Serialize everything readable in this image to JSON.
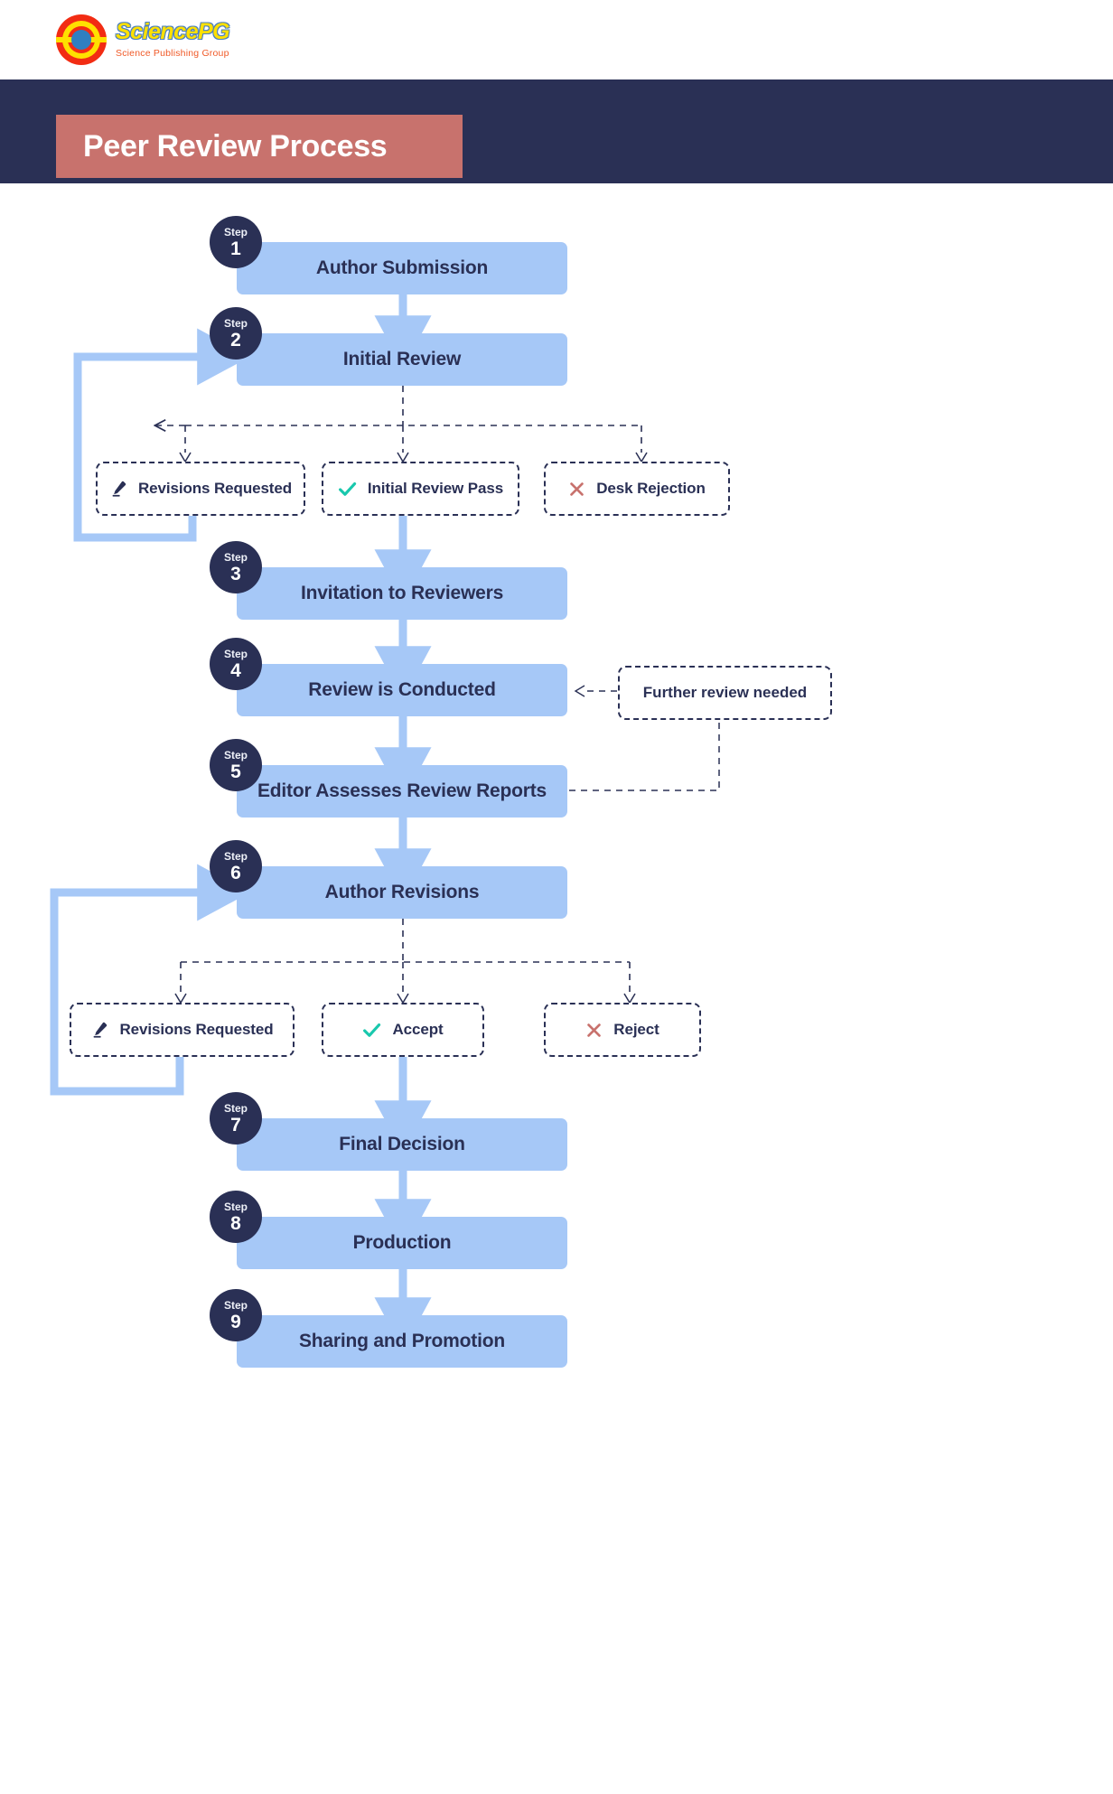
{
  "brand": {
    "logo_icon": "sciencepg-circle-logo",
    "name": "SciencePG",
    "tagline": "Science Publishing Group"
  },
  "header": {
    "title": "Peer Review Process",
    "band_color": "#2a3055",
    "banner_color": "#c8726d"
  },
  "colors": {
    "step_box": "#a6c8f7",
    "step_circle": "#2a3055",
    "arrow": "#a6c8f7",
    "dashed_line": "#2a3055",
    "accept_icon": "#19c8ad",
    "reject_icon": "#c8726d",
    "text": "#2a3055"
  },
  "flow": {
    "step_word": "Step",
    "steps": [
      {
        "number": "1",
        "label": "Author Submission"
      },
      {
        "number": "2",
        "label": "Initial Review"
      },
      {
        "number": "3",
        "label": "Invitation to Reviewers"
      },
      {
        "number": "4",
        "label": "Review is Conducted"
      },
      {
        "number": "5",
        "label": "Editor Assesses Review Reports"
      },
      {
        "number": "6",
        "label": "Author Revisions"
      },
      {
        "number": "7",
        "label": "Final Decision"
      },
      {
        "number": "8",
        "label": "Production"
      },
      {
        "number": "9",
        "label": "Sharing and Promotion"
      }
    ],
    "branch_group_1": [
      {
        "icon": "pencil-icon",
        "label": "Revisions Requested"
      },
      {
        "icon": "check-icon",
        "label": "Initial Review Pass"
      },
      {
        "icon": "cross-icon",
        "label": "Desk Rejection"
      }
    ],
    "branch_group_2": [
      {
        "icon": "pencil-icon",
        "label": "Revisions Requested"
      },
      {
        "icon": "check-icon",
        "label": "Accept"
      },
      {
        "icon": "cross-icon",
        "label": "Reject"
      }
    ],
    "side_note": {
      "label": "Further review needed"
    }
  }
}
